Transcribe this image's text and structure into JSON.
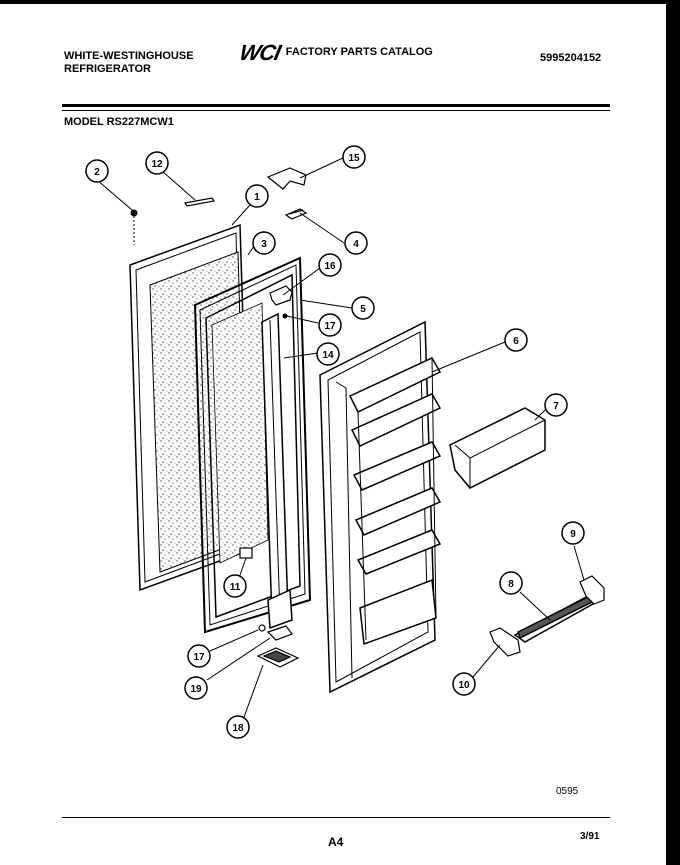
{
  "header": {
    "brand_line1": "WHITE-WESTINGHOUSE",
    "brand_line2": "REFRIGERATOR",
    "logo": "WCI",
    "catalog_title": "FACTORY PARTS CATALOG",
    "part_number": "5995204152"
  },
  "model": "MODEL RS227MCW1",
  "callouts": [
    "1",
    "2",
    "3",
    "4",
    "5",
    "6",
    "7",
    "8",
    "9",
    "10",
    "11",
    "12",
    "14",
    "15",
    "16",
    "17",
    "17",
    "18",
    "19"
  ],
  "footer": {
    "code": "0595",
    "page": "A4",
    "date": "3/91"
  }
}
